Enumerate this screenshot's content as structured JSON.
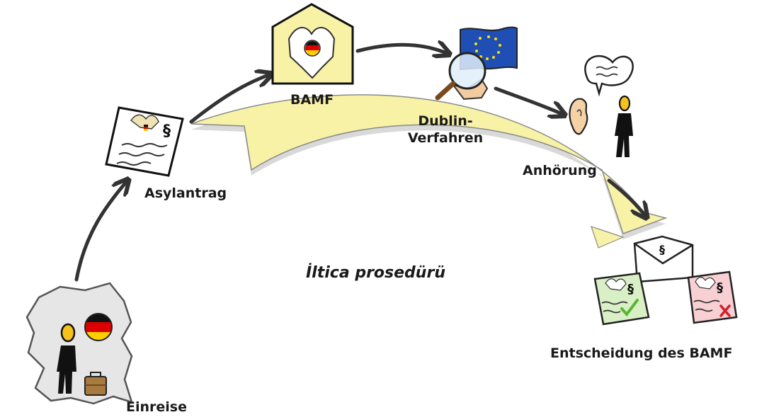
{
  "title": "İltica prosedürü",
  "steps": {
    "einreise": "Einreise",
    "asylantrag": "Asylantrag",
    "bamf": "BAMF",
    "dublin_line1": "Dublin-",
    "dublin_line2": "Verfahren",
    "anhoerung": "Anhörung",
    "entscheidung": "Entscheidung des BAMF"
  },
  "colors": {
    "band": "#f7f2a6",
    "band_shadow": "#d9d9d9",
    "arrow": "#333333",
    "eu_blue": "#1f4fb4",
    "eu_star": "#ffe100",
    "flag_black": "#111111",
    "flag_red": "#dd0000",
    "flag_gold": "#ffce00",
    "approved_paper": "#d9f0c6",
    "rejected_paper": "#f8cfd2",
    "map_gray": "#e6e6e6",
    "skin": "#f5c21b"
  }
}
